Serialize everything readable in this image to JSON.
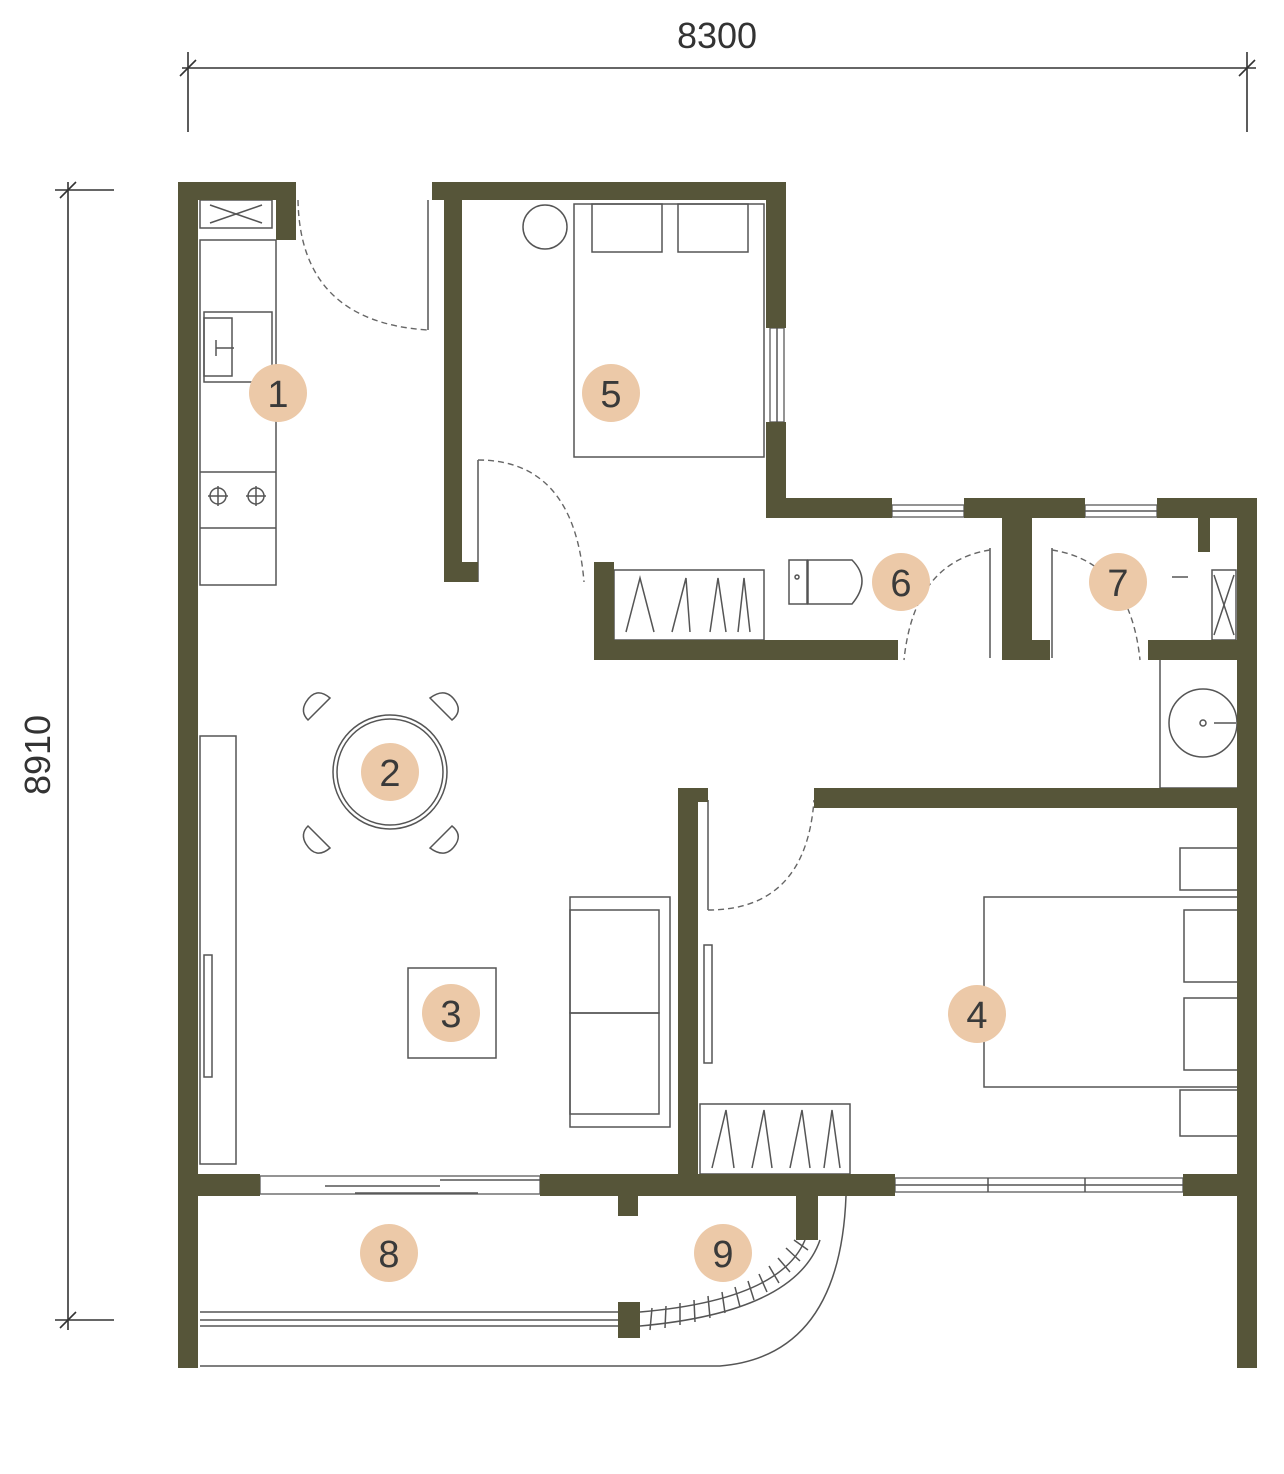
{
  "dimensions": {
    "width_label": "8300",
    "height_label": "8910"
  },
  "rooms": [
    {
      "number": "1",
      "marker_color": "#ecc9a8"
    },
    {
      "number": "2",
      "marker_color": "#ecc9a8"
    },
    {
      "number": "3",
      "marker_color": "#ecc9a8"
    },
    {
      "number": "4",
      "marker_color": "#ecc9a8"
    },
    {
      "number": "5",
      "marker_color": "#ecc9a8"
    },
    {
      "number": "6",
      "marker_color": "#ecc9a8"
    },
    {
      "number": "7",
      "marker_color": "#ecc9a8"
    },
    {
      "number": "8",
      "marker_color": "#ecc9a8"
    },
    {
      "number": "9",
      "marker_color": "#ecc9a8"
    }
  ],
  "colors": {
    "wall": "#565539",
    "marker": "#ecc9a8",
    "line": "#555555"
  }
}
